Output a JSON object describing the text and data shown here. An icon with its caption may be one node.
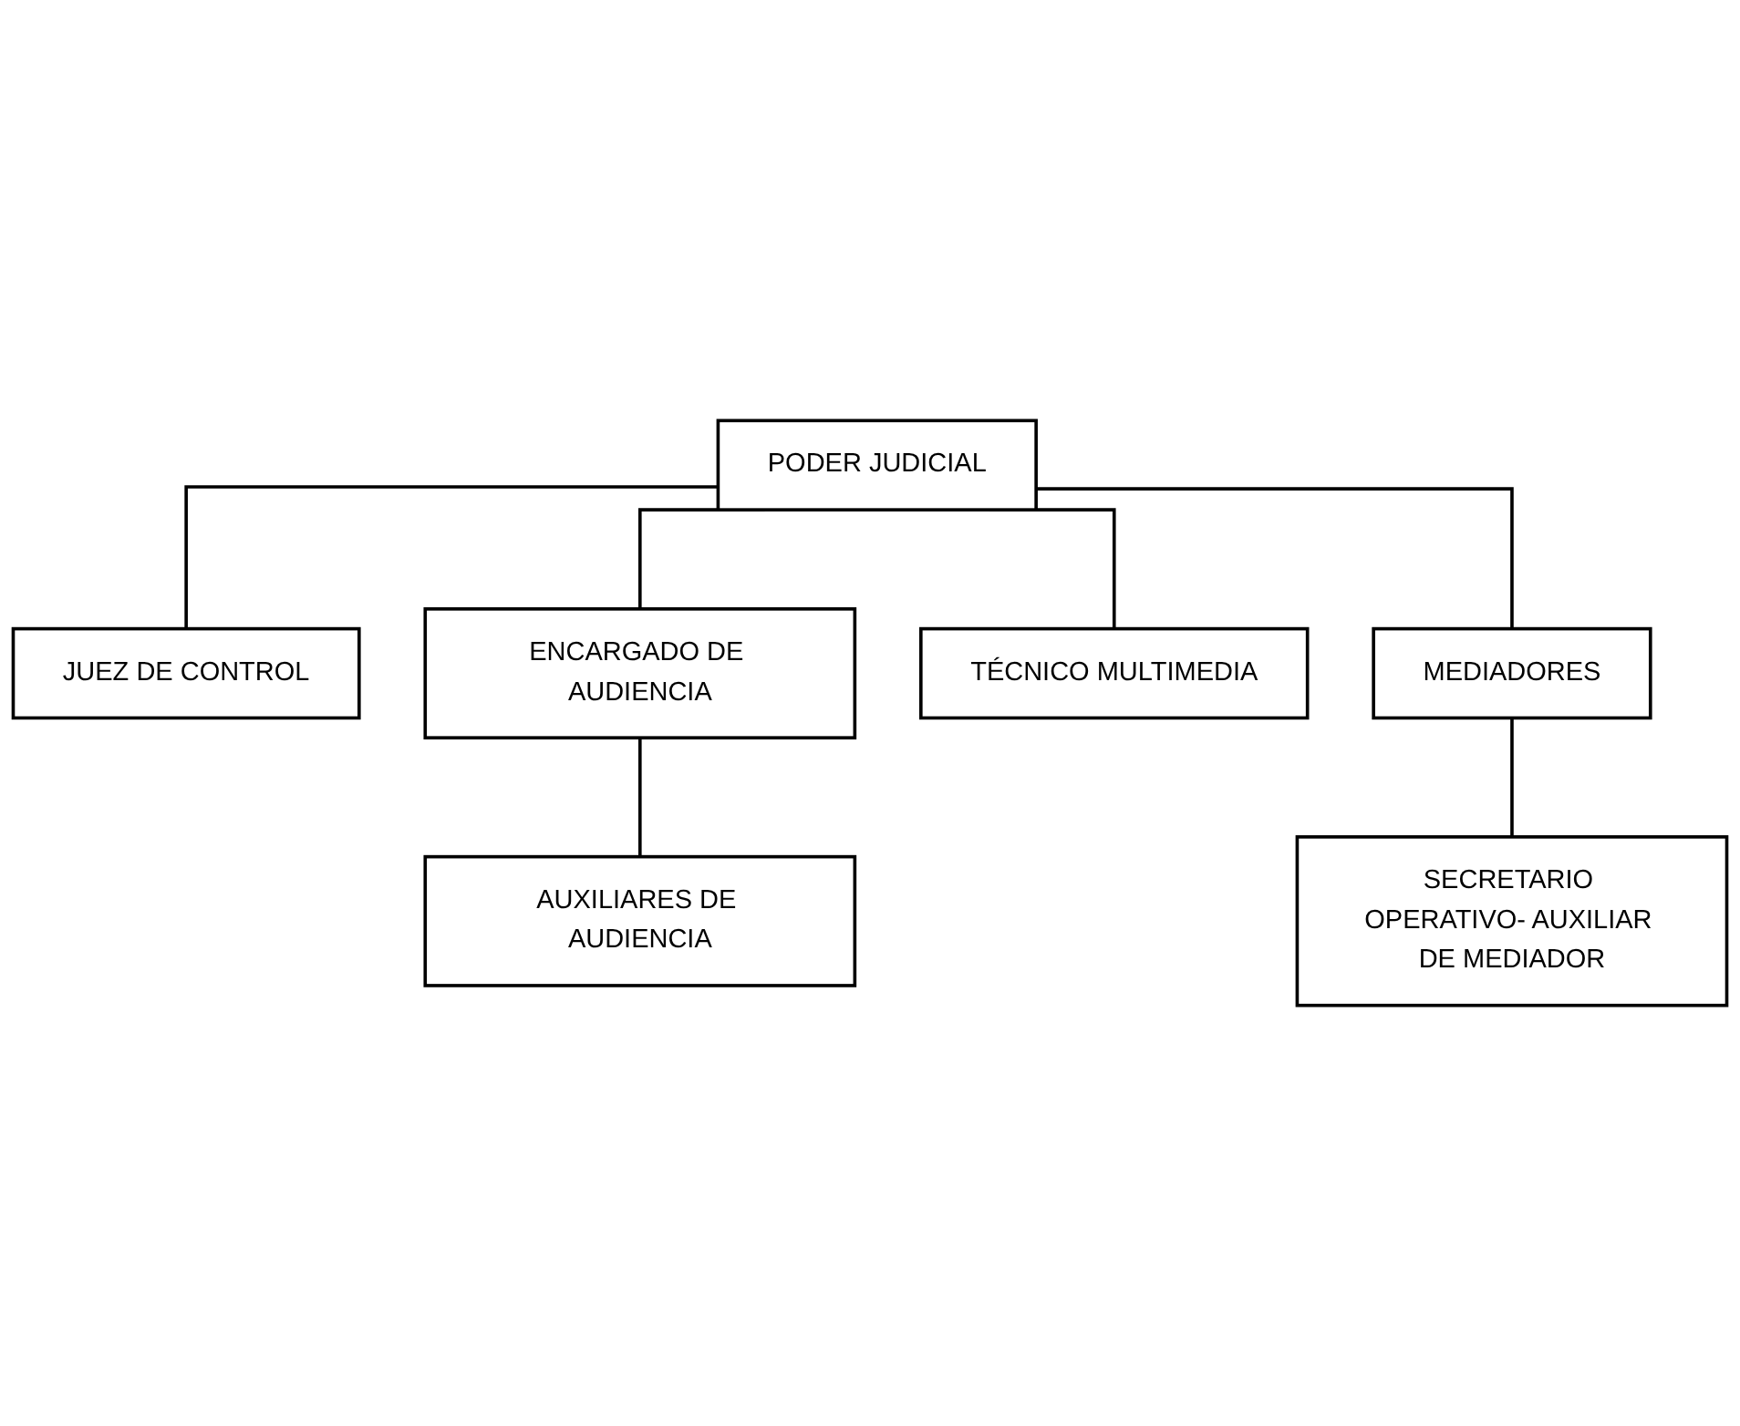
{
  "diagram": {
    "nodes": [
      {
        "text": [
          "PODER JUDICIAL"
        ]
      },
      {
        "text": [
          "JUEZ DE CONTROL"
        ]
      },
      {
        "text": [
          "ENCARGADO DE AUDIENCIA"
        ]
      },
      {
        "text": [
          "TÉCNICO MULTIMEDIA"
        ]
      },
      {
        "text": [
          "MEDIADORES"
        ]
      },
      {
        "text": [
          "AUXILIARES DE AUDIENCIA"
        ]
      },
      {
        "text": [
          "SECRETARIO OPERATIVO- AUXILIAR DE MEDIADOR"
        ]
      }
    ],
    "edges": [
      {
        "from": 0,
        "to": 1,
        "arrow": "none"
      },
      {
        "from": 0,
        "to": 2,
        "arrow": "none"
      },
      {
        "from": 0,
        "to": 3,
        "arrow": "none"
      },
      {
        "from": 0,
        "to": 4,
        "arrow": "none"
      },
      {
        "from": 2,
        "to": 5,
        "arrow": "none"
      },
      {
        "from": 4,
        "to": 6,
        "arrow": "none"
      }
    ]
  }
}
